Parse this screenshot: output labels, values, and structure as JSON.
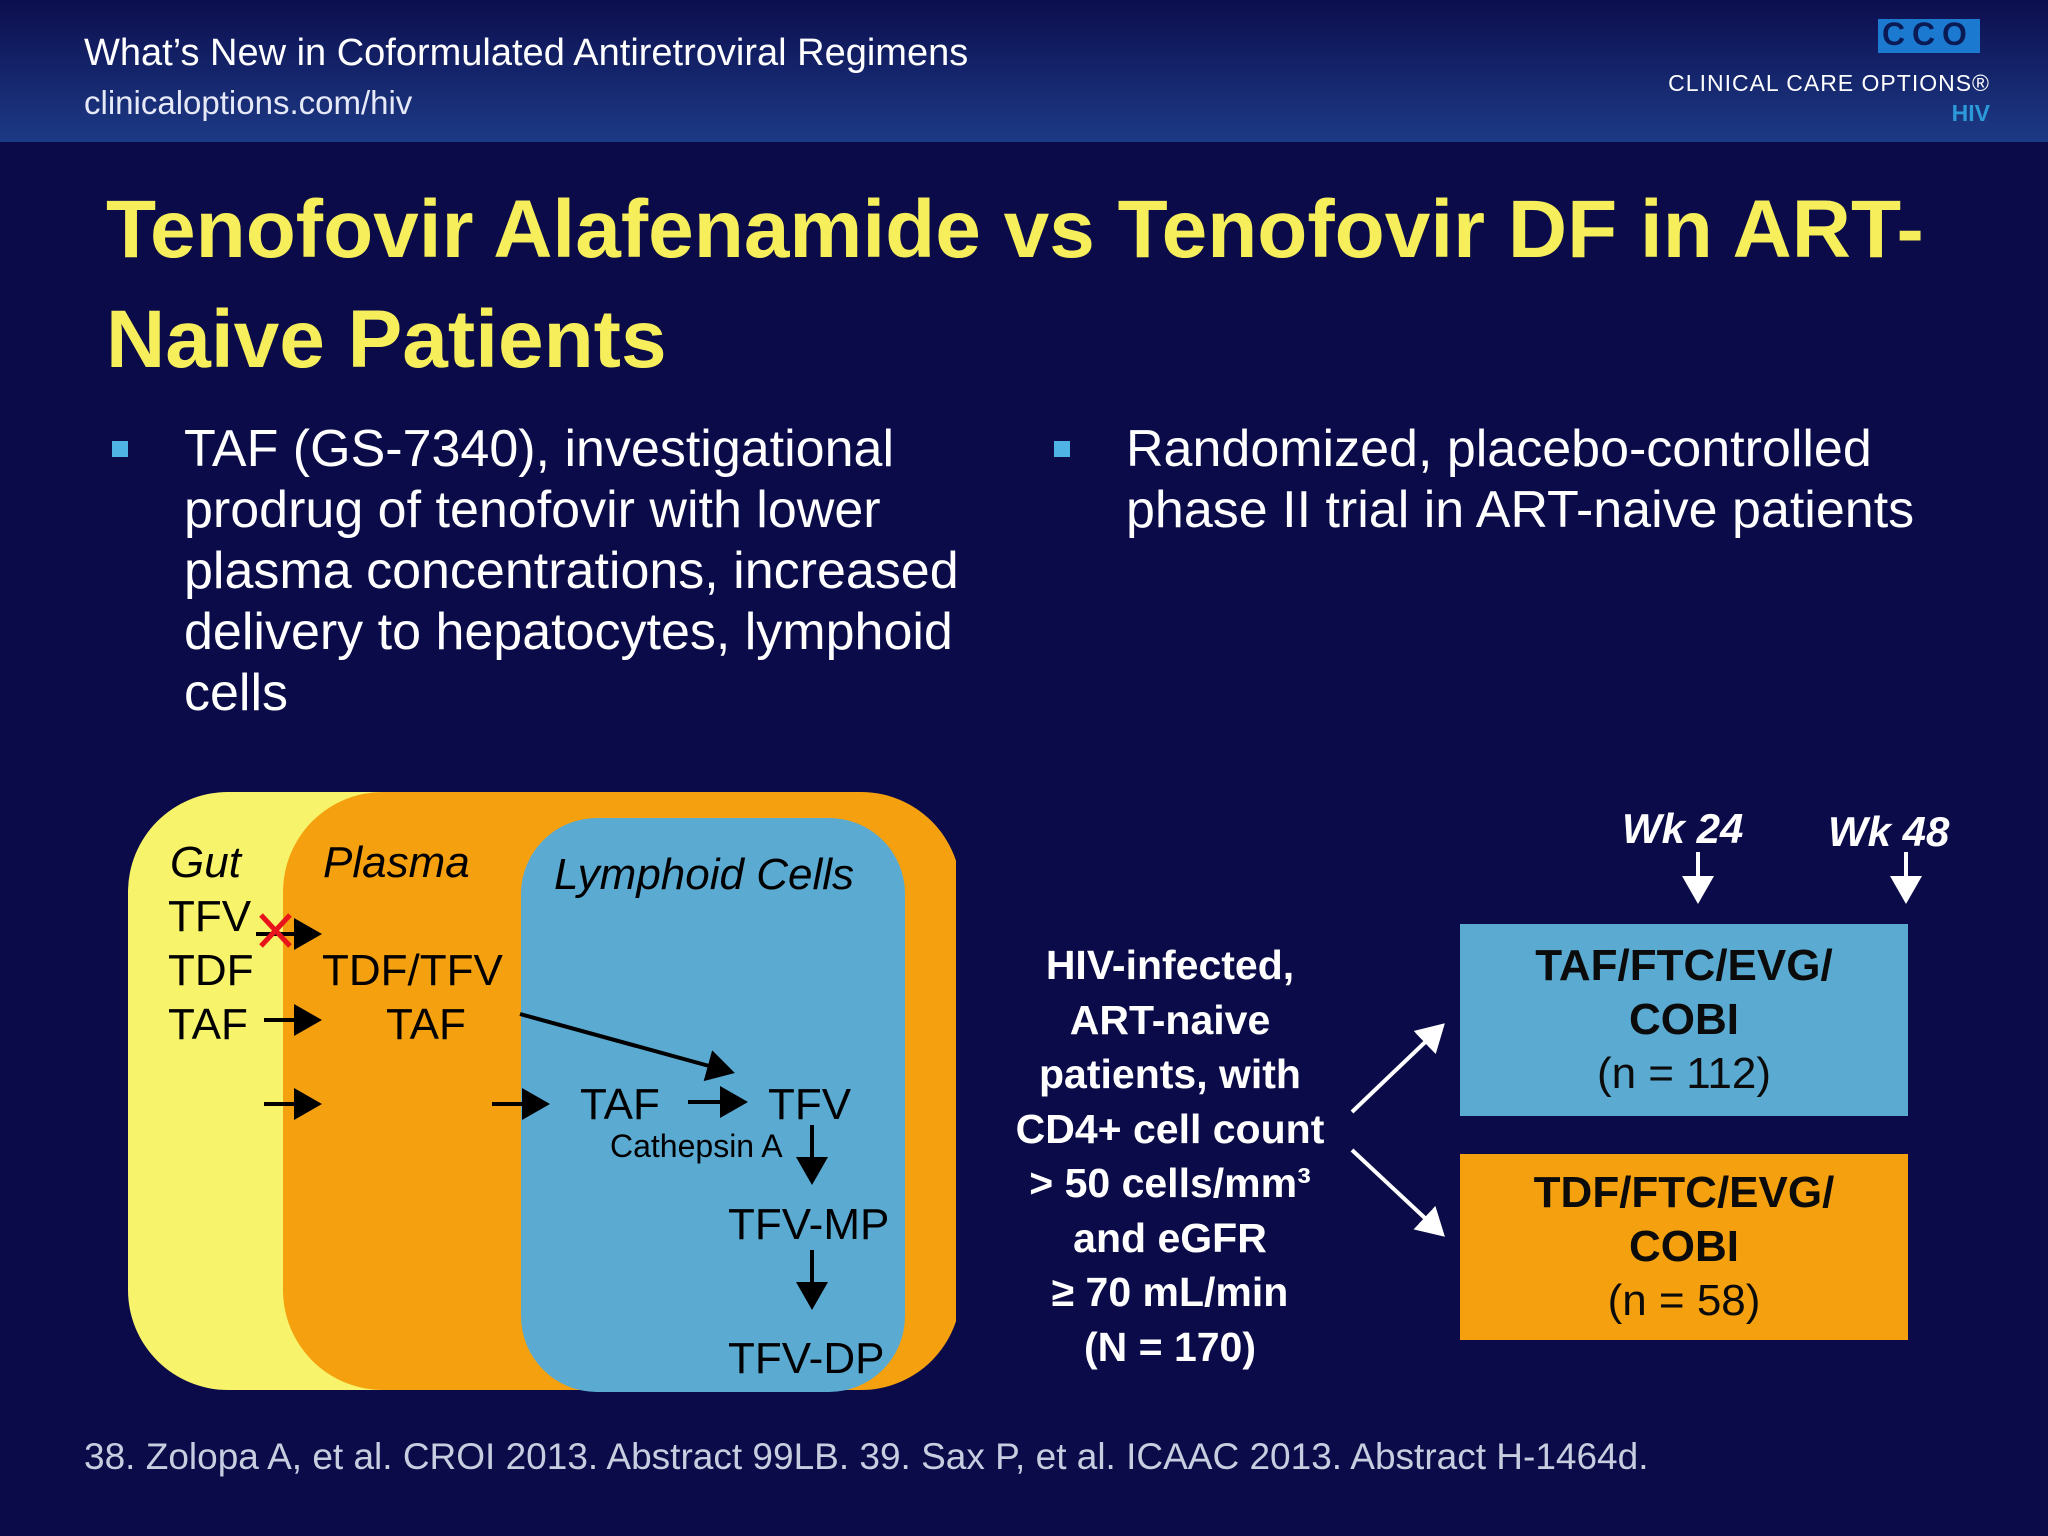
{
  "header": {
    "title": "What’s New in Coformulated Antiretroviral Regimens",
    "url": "clinicaloptions.com/hiv",
    "logo_letters": [
      "C",
      "C",
      "O"
    ],
    "logo_name": "CLINICAL CARE OPTIONS®",
    "logo_sub": "HIV"
  },
  "slide": {
    "title": "Tenofovir Alafenamide vs Tenofovir DF in ART-Naive Patients",
    "bullets": [
      "TAF (GS-7340), investigational prodrug of tenofovir with lower plasma concentrations, increased delivery to hepatocytes, lymphoid cells",
      "Randomized, placebo-controlled phase II trial in ART-naive patients"
    ]
  },
  "diagram": {
    "compartments": {
      "gut": "Gut",
      "plasma": "Plasma",
      "lymphoid": "Lymphoid Cells"
    },
    "gut_drugs": [
      "TFV",
      "TDF",
      "TAF"
    ],
    "plasma_drugs": {
      "tdf_tfv": "TDF/TFV",
      "taf": "TAF"
    },
    "lymphoid": {
      "taf": "TAF",
      "tfv": "TFV",
      "enzyme": "Cathepsin A",
      "mp": "TFV-MP",
      "dp": "TFV-DP"
    }
  },
  "trial": {
    "population": [
      "HIV-infected,",
      "ART-naive",
      "patients, with",
      "CD4+ cell count",
      "> 50 cells/mm³",
      "and eGFR",
      "≥ 70 mL/min",
      "(N = 170)"
    ],
    "timepoints": [
      "Wk 24",
      "Wk 48"
    ],
    "arms": [
      {
        "line1": "TAF/FTC/EVG/",
        "line2": "COBI",
        "n": "(n = 112)",
        "color": "#5aaad2"
      },
      {
        "line1": "TDF/FTC/EVG/",
        "line2": "COBI",
        "n": "(n = 58)",
        "color": "#f5a00e"
      }
    ]
  },
  "colors": {
    "background": "#0a0b48",
    "title": "#f6ee5a",
    "gut": "#f7f36a",
    "plasma": "#f5a00e",
    "lymphoid": "#5aaad2",
    "bullet": "#4fb3e3",
    "block_x": "#e8141b"
  },
  "reference": "38. Zolopa A, et al. CROI 2013. Abstract 99LB. 39. Sax P, et al. ICAAC 2013. Abstract H-1464d."
}
